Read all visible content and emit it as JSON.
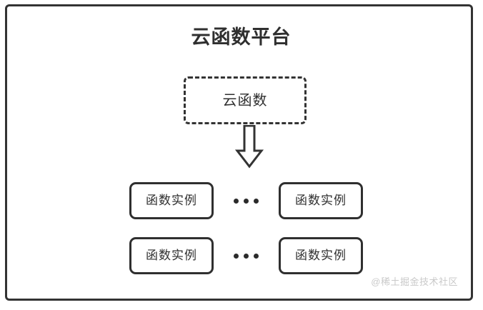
{
  "diagram": {
    "platform": {
      "title": "云函数平台",
      "border_color": "#333333",
      "background": "#ffffff"
    },
    "function_node": {
      "label": "云函数",
      "border_style": "dashed",
      "border_color": "#333333"
    },
    "arrow": {
      "name": "down-block-arrow",
      "direction": "down",
      "color": "#333333"
    },
    "instance_rows": [
      {
        "left_instance": "函数实例",
        "ellipsis": "•••",
        "right_instance": "函数实例"
      },
      {
        "left_instance": "函数实例",
        "ellipsis": "•••",
        "right_instance": "函数实例"
      }
    ],
    "watermark": {
      "text": "@稀土掘金技术社区",
      "color": "#c9c9c9"
    }
  }
}
